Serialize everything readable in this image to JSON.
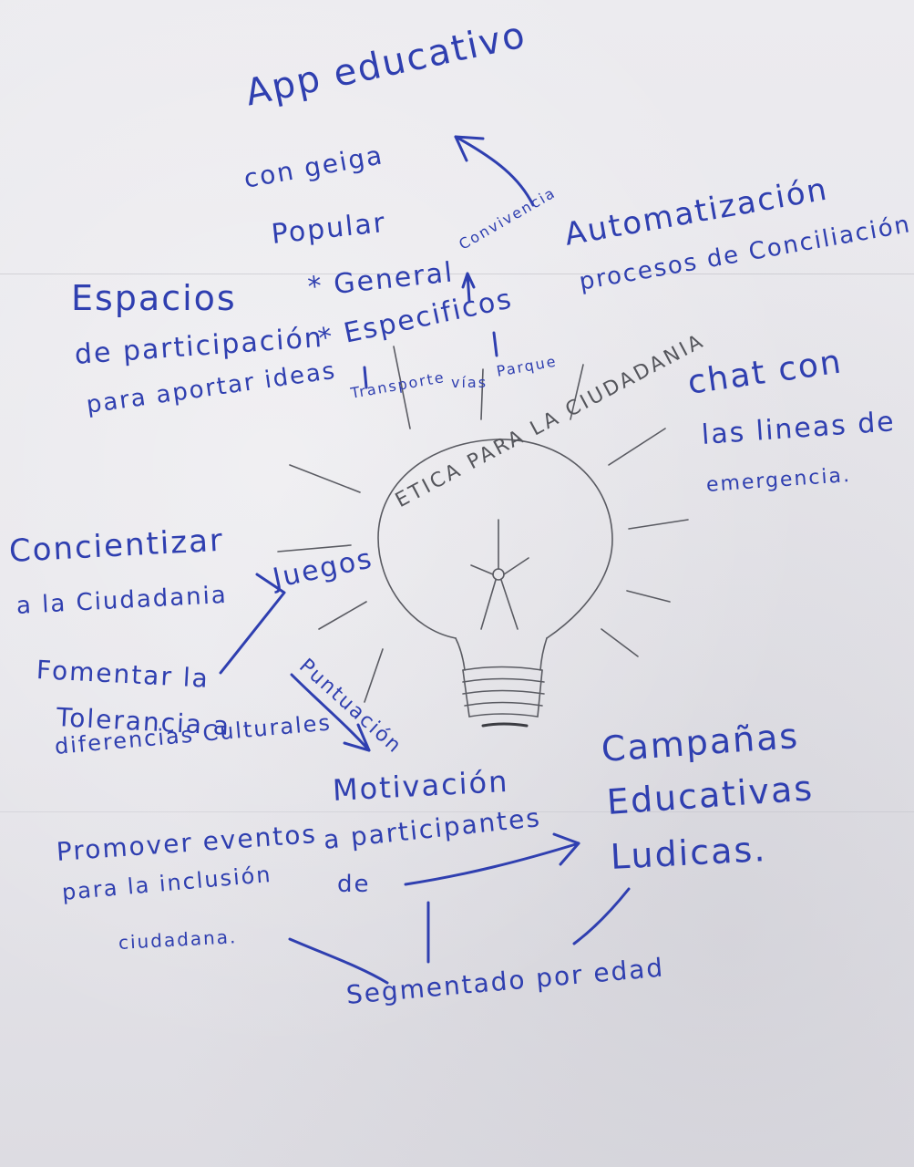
{
  "bulb_label": "ETICA PARA LA CIUDADANIA",
  "notes": {
    "app_educativo": "App educativo",
    "con_geiga": "con geiga",
    "popular": "Popular",
    "automatizacion": "Automatización",
    "procesos": "procesos de Conciliación",
    "espacios": "Espacios",
    "general": "* General",
    "convivencia": "Convivencia",
    "de_participacion": "de participación",
    "especificos": "* Especificos",
    "para_aportar": "para aportar ideas",
    "transporte": "Transporte",
    "vias": "vías",
    "parque": "Parque",
    "chat_con": "chat con",
    "las_lineas": "las lineas de",
    "emergencia": "emergencia.",
    "concientizar": "Concientizar",
    "a_la_ciudadania": "a la Ciudadania",
    "juegos": "Juegos",
    "fomentar": "Fomentar la",
    "tolerancia": "Tolerancia a",
    "diferencias": "diferencias Culturales",
    "puntuacion": "Puntuación",
    "motivacion": "Motivación",
    "a_participantes": "a participantes",
    "de": "de",
    "campanas": "Campañas",
    "educativas": "Educativas",
    "ludicas": "Ludicas.",
    "promover": "Promover eventos",
    "para_la_inclusion": "para la inclusión",
    "ciudadana": "ciudadana.",
    "segmentado": "Segmentado por edad"
  },
  "colors": {
    "ink": "#2f3fb0",
    "pencil": "#55565c",
    "paper": "#e9e8ec"
  }
}
